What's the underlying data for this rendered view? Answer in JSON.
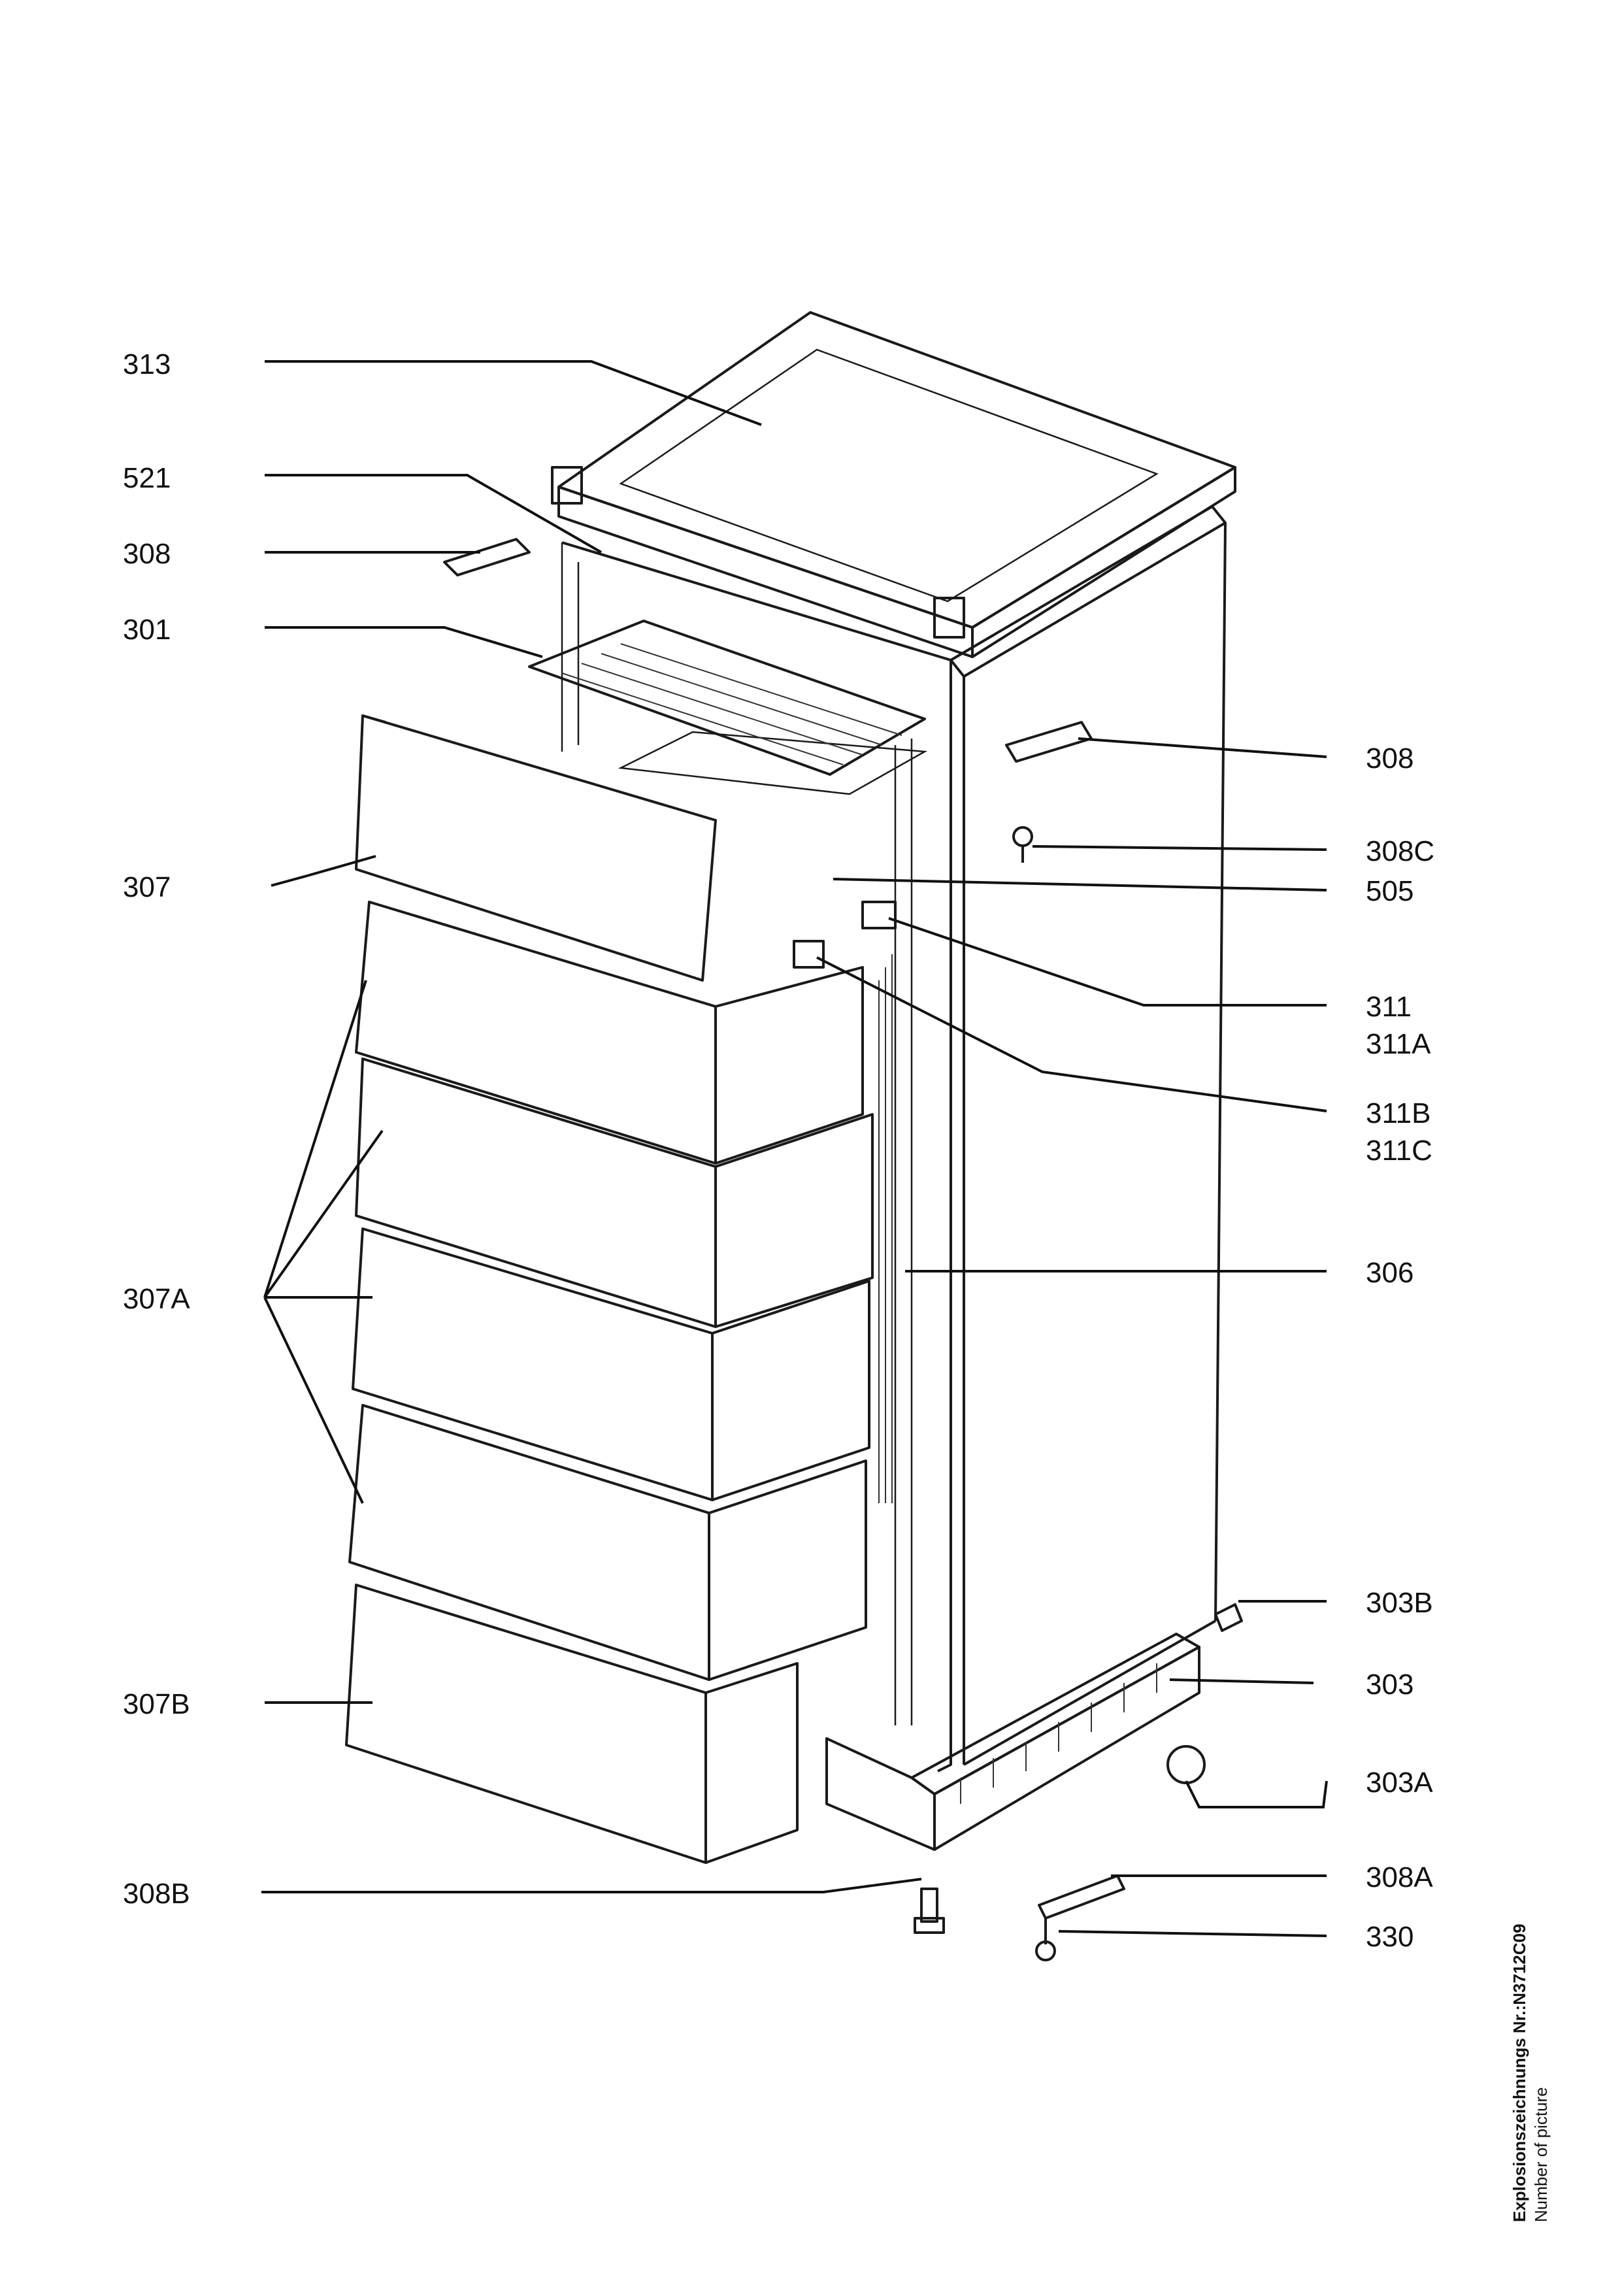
{
  "callouts": {
    "c313": "313",
    "c521": "521",
    "c308_left": "308",
    "c301": "301",
    "c307": "307",
    "c307A": "307A",
    "c307B": "307B",
    "c308B": "308B",
    "c308_right": "308",
    "c308C": "308C",
    "c505": "505",
    "c311": "311",
    "c311A": "311A",
    "c311B": "311B",
    "c311C": "311C",
    "c306": "306",
    "c303B": "303B",
    "c303": "303",
    "c303A": "303A",
    "c308A": "308A",
    "c330": "330"
  },
  "footer": {
    "picture_number": "Explosionszeichnungs Nr.:N3712C09",
    "picture_caption": "Number of picture"
  }
}
